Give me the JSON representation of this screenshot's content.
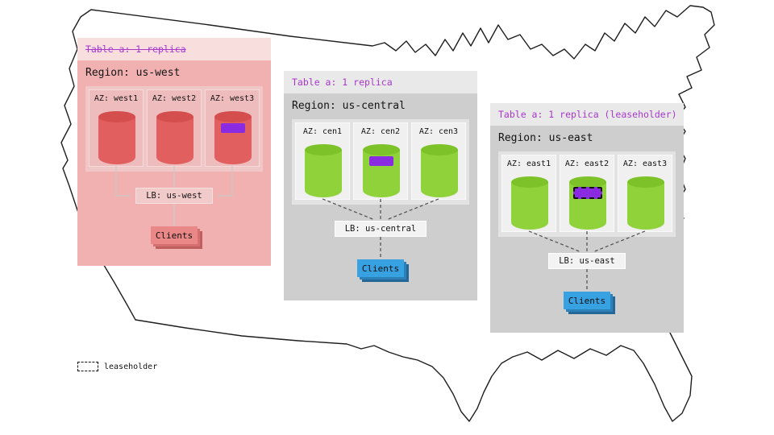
{
  "legend": {
    "label": "leaseholder"
  },
  "regions": [
    {
      "id": "us-west",
      "table_label": "Table a: 1 replica",
      "table_label_struck_through": true,
      "region_label": "Region: us-west",
      "azs": [
        {
          "label": "AZ: west1"
        },
        {
          "label": "AZ: west2"
        },
        {
          "label": "AZ: west3"
        }
      ],
      "replica_in_az": "AZ: west3",
      "lb_label": "LB: us-west",
      "clients_label": "Clients"
    },
    {
      "id": "us-central",
      "table_label": "Table a: 1 replica",
      "table_label_struck_through": false,
      "region_label": "Region: us-central",
      "azs": [
        {
          "label": "AZ: cen1"
        },
        {
          "label": "AZ: cen2"
        },
        {
          "label": "AZ: cen3"
        }
      ],
      "replica_in_az": "AZ: cen2",
      "lb_label": "LB: us-central",
      "clients_label": "Clients"
    },
    {
      "id": "us-east",
      "table_label": "Table a: 1 replica (leaseholder)",
      "table_label_struck_through": false,
      "region_label": "Region: us-east",
      "azs": [
        {
          "label": "AZ: east1"
        },
        {
          "label": "AZ: east2"
        },
        {
          "label": "AZ: east3"
        }
      ],
      "replica_in_az": "AZ: east2",
      "leaseholder_in_az": "AZ: east2",
      "lb_label": "LB: us-east",
      "clients_label": "Clients"
    }
  ],
  "colors": {
    "title_purple": "#a838cc",
    "replica_chip_purple": "#8a2be2",
    "west_panel_pink": "#f2b1b1",
    "west_cylinder_red": "#e15f5f",
    "gray_panel": "#cecece",
    "cylinder_green": "#8fd23a",
    "clients_blue": "#38a1e2",
    "clients_red": "#ea8787"
  }
}
